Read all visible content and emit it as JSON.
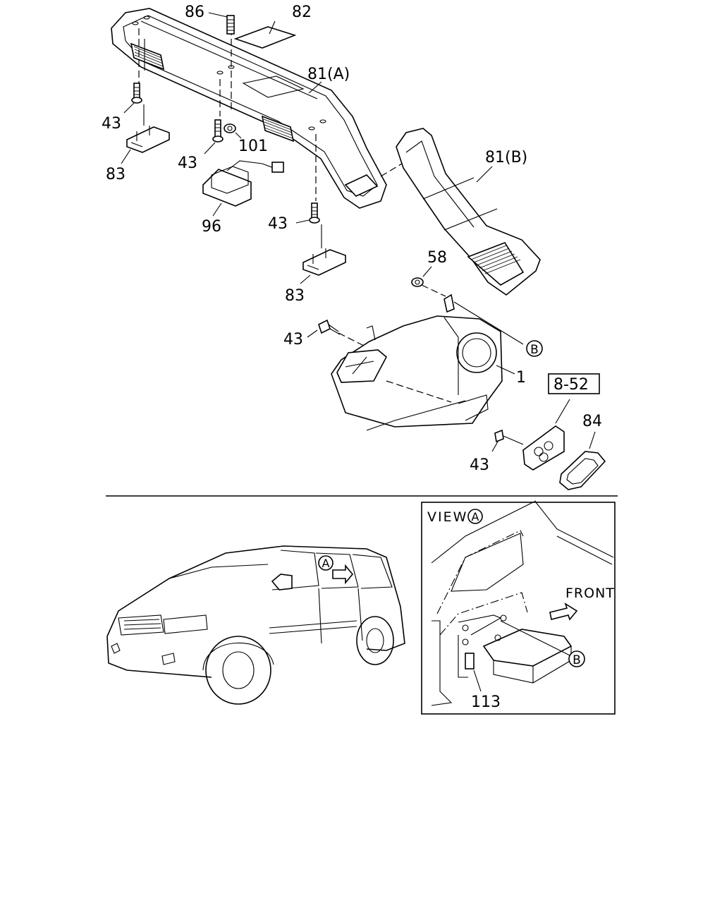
{
  "callouts": {
    "c86": "86",
    "c82": "82",
    "c81a": "81(A)",
    "c43_1": "43",
    "c101": "101",
    "c83_1": "83",
    "c43_2": "43",
    "c96": "96",
    "c81b": "81(B)",
    "c43_3": "43",
    "c83_2": "83",
    "c58": "58",
    "c43_4": "43",
    "c1": "1",
    "c852": "8-52",
    "c84": "84",
    "c43_5": "43",
    "c113": "113"
  },
  "refs": {
    "b1": "B",
    "b2": "B",
    "a_car": "A",
    "a_view": "A"
  },
  "view_panel": {
    "view_label": "VIEW",
    "front_label": "FRONT"
  }
}
